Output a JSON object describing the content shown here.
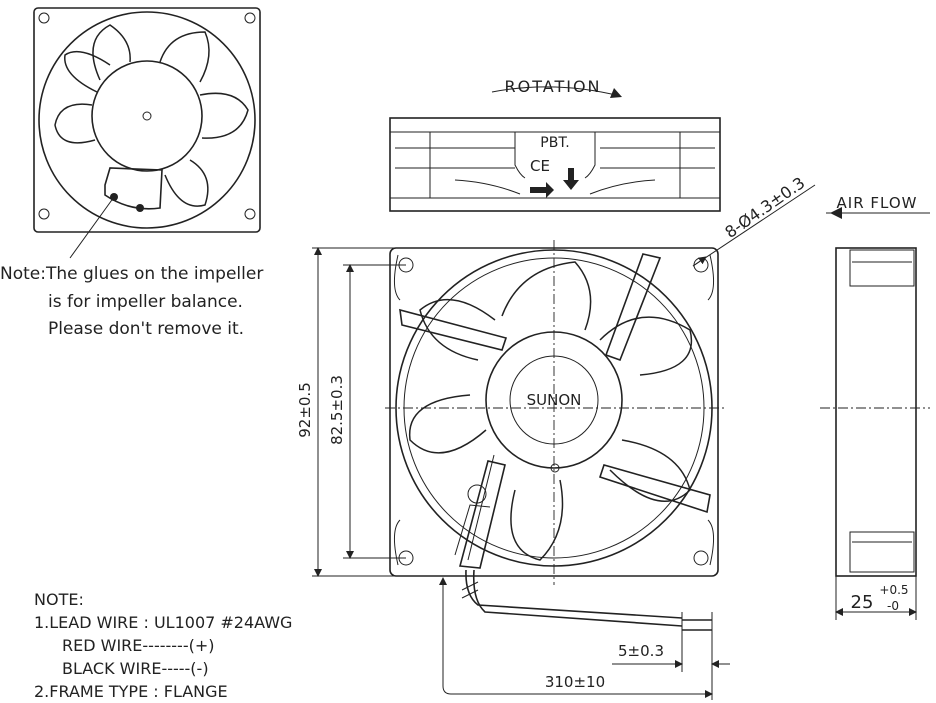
{
  "rotation_label": "ROTATION",
  "airflow_label": "AIR FLOW",
  "brand_label": "SUNON",
  "marking_pbt": "PBT.",
  "marking_ce": "CE",
  "balance_note": {
    "line1": "Note:The glues on the impeller",
    "line2": "is for impeller balance.",
    "line3": "Please don't remove it."
  },
  "dimensions": {
    "hole": "8-Ø4.3±0.3",
    "outer_height": "92±0.5",
    "hole_pitch": "82.5±0.3",
    "thickness_base": "25",
    "thickness_upper": "+0.5",
    "thickness_lower": "-0",
    "strip": "5±0.3",
    "lead_length": "310±10"
  },
  "notes": {
    "heading": "NOTE:",
    "line1": "1.LEAD  WIRE : UL1007   #24AWG",
    "line2": "RED  WIRE--------(+)",
    "line3": "BLACK  WIRE-----(-)",
    "line4": "2.FRAME  TYPE : FLANGE"
  }
}
